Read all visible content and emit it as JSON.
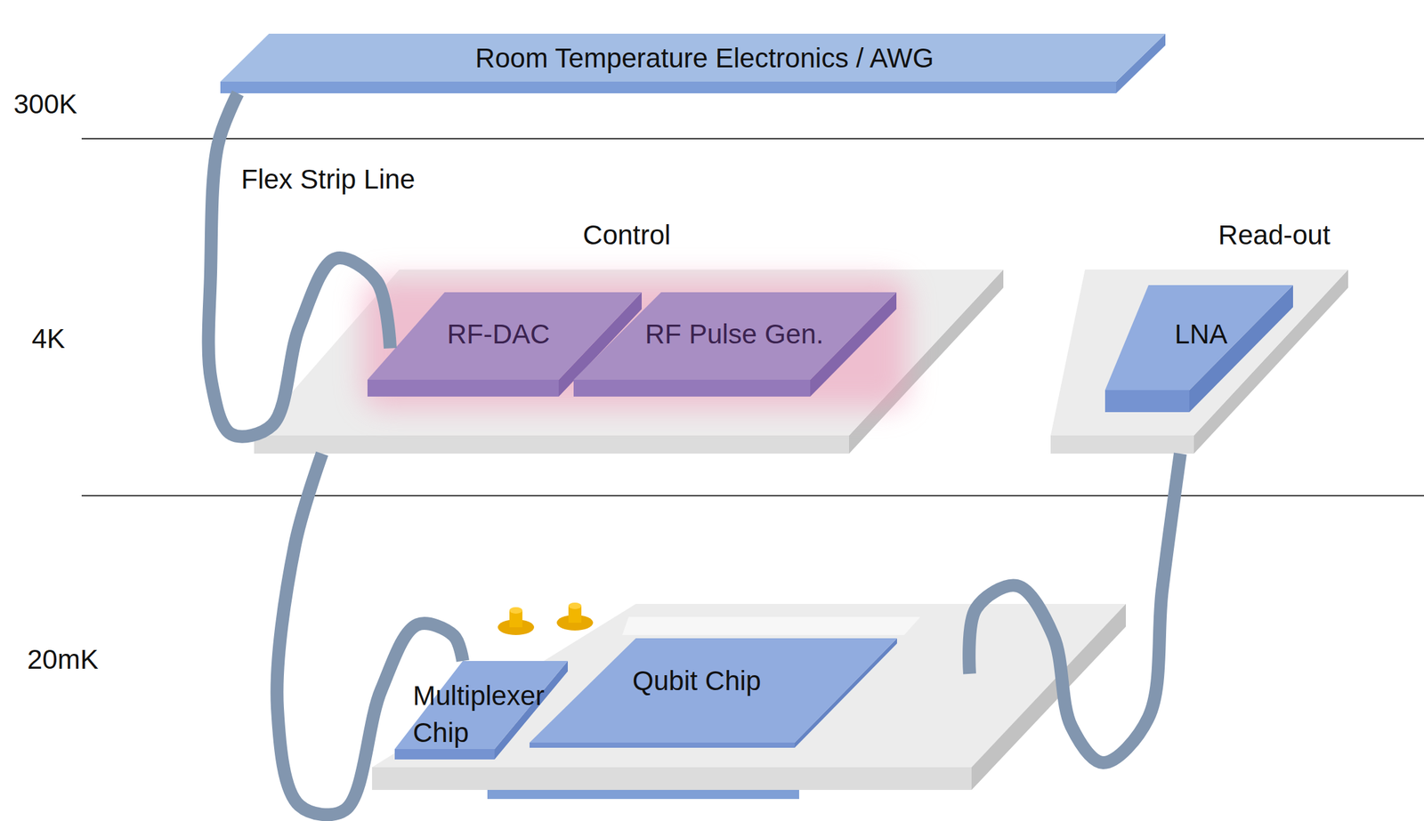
{
  "diagram": {
    "nodes": [
      {
        "text": [
          "Room Temperature Electronics / AWG"
        ]
      },
      {
        "text": [
          "Control"
        ]
      },
      {
        "text": [
          "RF-DAC"
        ],
        "in": 1
      },
      {
        "text": [
          "RF Pulse Gen."
        ],
        "in": 1
      },
      {
        "text": [
          "Read-out"
        ]
      },
      {
        "text": [
          "LNA"
        ],
        "in": 4
      },
      {
        "text": [
          "Multiplexer Chip"
        ]
      },
      {
        "text": [
          "Qubit Chip"
        ]
      }
    ],
    "edges": [
      {
        "from": 0,
        "to": 1,
        "arrow": "none"
      },
      {
        "from": 1,
        "to": 6,
        "arrow": "none"
      },
      {
        "from": 7,
        "to": 4,
        "arrow": "none"
      }
    ],
    "labels": [
      "300K",
      "4K",
      "20mK",
      "Flex Strip Line"
    ]
  }
}
